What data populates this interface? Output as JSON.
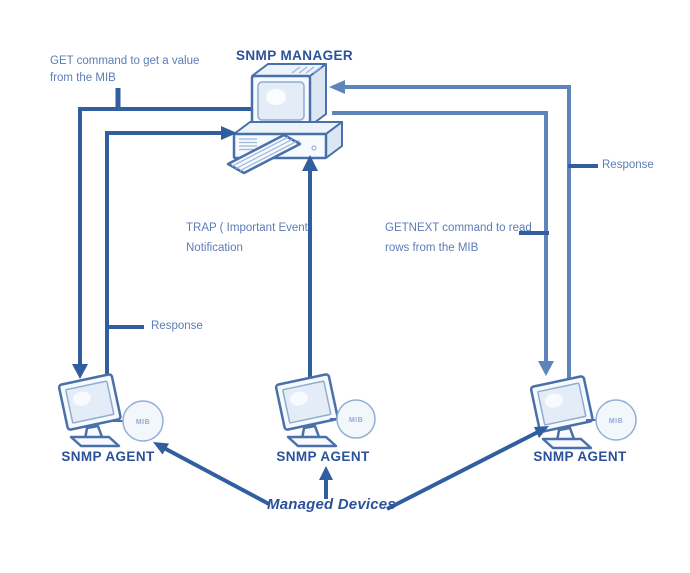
{
  "colors": {
    "request_line_navy": "#305E9F",
    "response_line_steel": "#5E85BB",
    "annotation_text": "#5C7DB5",
    "heading_text": "#2C519B",
    "device_outline": "#4A70AA",
    "device_fill": "#F6F9FD",
    "mib_circle_fill": "#F2F7FC"
  },
  "manager": {
    "label": "SNMP MANAGER",
    "icon": "desktop-computer-icon"
  },
  "agents": [
    {
      "label": "SNMP AGENT",
      "mib_label": "MIB",
      "icon": "monitor-icon"
    },
    {
      "label": "SNMP AGENT",
      "mib_label": "MIB",
      "icon": "monitor-icon"
    },
    {
      "label": "SNMP AGENT",
      "mib_label": "MIB",
      "icon": "monitor-icon"
    }
  ],
  "labels": {
    "get": {
      "line1": "GET command to get a value",
      "line2": "from the MIB"
    },
    "trap": {
      "line1": "TRAP ( Important Event",
      "line2": "Notification"
    },
    "getnext": {
      "line1": "GETNEXT command to read",
      "line2": "rows from the MIB"
    },
    "response_left": "Response",
    "response_right": "Response",
    "managed_devices": "Managed Devices"
  }
}
